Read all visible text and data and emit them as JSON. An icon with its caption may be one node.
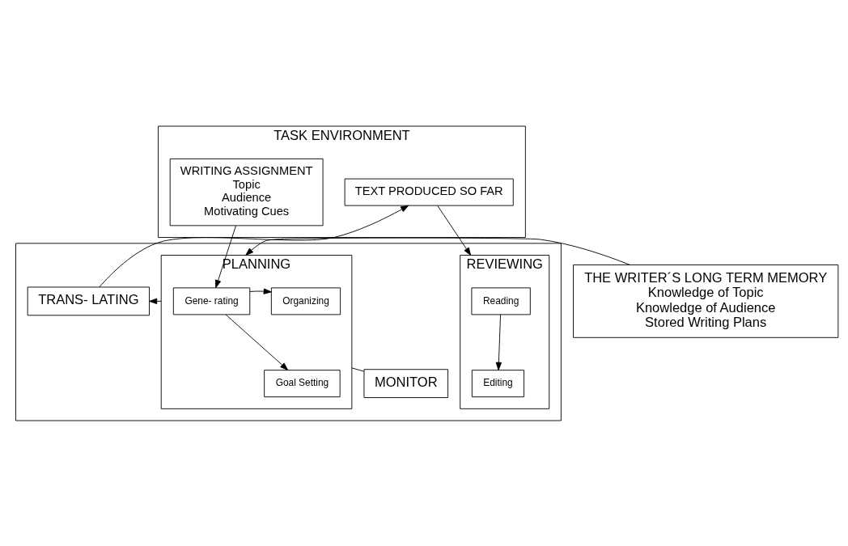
{
  "diagram": {
    "nodes": [
      {
        "text": [
          "TASK ENVIRONMENT"
        ]
      },
      {
        "text": [
          "WRITING ASSIGNMENT",
          "Topic",
          "Audience",
          "Motivating Cues"
        ],
        "in": 0
      },
      {
        "text": [
          "TEXT PRODUCED SO FAR"
        ],
        "in": 0
      },
      {
        "text": [
          "THE WRITER´S LONG TERM MEMORY",
          "Knowledge of Topic",
          "Knowledge of Audience",
          "Stored Writing Plans"
        ]
      },
      {
        "text": [],
        "shape": "box"
      },
      {
        "text": [
          "PLANNING"
        ],
        "in": 4
      },
      {
        "text": [
          "Gene- rating"
        ],
        "in": 5
      },
      {
        "text": [
          "Organizing"
        ],
        "in": 5
      },
      {
        "text": [
          "Goal Setting"
        ],
        "in": 5
      },
      {
        "text": [
          "TRANS- LATING"
        ],
        "in": 4
      },
      {
        "text": [
          "REVIEWING"
        ],
        "in": 4
      },
      {
        "text": [
          "Reading"
        ],
        "in": 10
      },
      {
        "text": [
          "Editing"
        ],
        "in": 10
      },
      {
        "text": [
          "MONITOR"
        ],
        "in": 4
      }
    ],
    "edges": [
      {
        "from": 1,
        "to": 6,
        "arrow": "to"
      },
      {
        "from": 9,
        "to": 2,
        "arrow": "to"
      },
      {
        "from": 2,
        "to": 10,
        "arrow": "to"
      },
      {
        "from": 3,
        "to": 5,
        "arrow": "to"
      },
      {
        "from": 6,
        "to": 7,
        "arrow": "to"
      },
      {
        "from": 6,
        "to": 8,
        "arrow": "to"
      },
      {
        "from": 5,
        "to": 9,
        "arrow": "to"
      },
      {
        "from": 11,
        "to": 12,
        "arrow": "to"
      },
      {
        "from": 5,
        "to": 13,
        "arrow": "none"
      }
    ]
  }
}
